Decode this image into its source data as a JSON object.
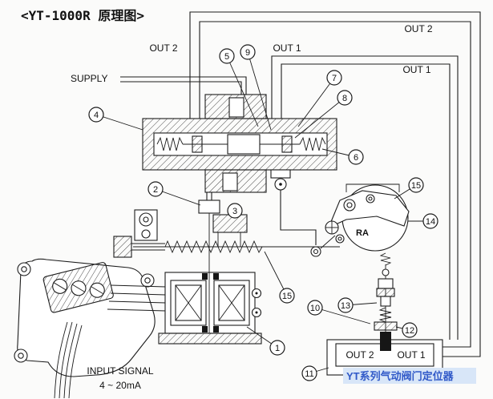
{
  "title": "<YT-1000R  原理图>",
  "labels": {
    "supply": "SUPPLY",
    "out2_riser": "OUT 2",
    "out1_riser": "OUT 1",
    "out2_loop": "OUT 2",
    "out1_loop": "OUT 1"
  },
  "cam": {
    "label": "RA"
  },
  "actuator": {
    "out2": "OUT 2",
    "out1": "OUT 1"
  },
  "input": {
    "line1": "INPUT SIGNAL",
    "line2": "4 ~ 20mA"
  },
  "watermark": "YT系列气动阀门定位器",
  "callouts": [
    "4",
    "5",
    "9",
    "7",
    "8",
    "6",
    "2",
    "3",
    "15",
    "14",
    "15",
    "1",
    "10",
    "13",
    "12",
    "11"
  ]
}
